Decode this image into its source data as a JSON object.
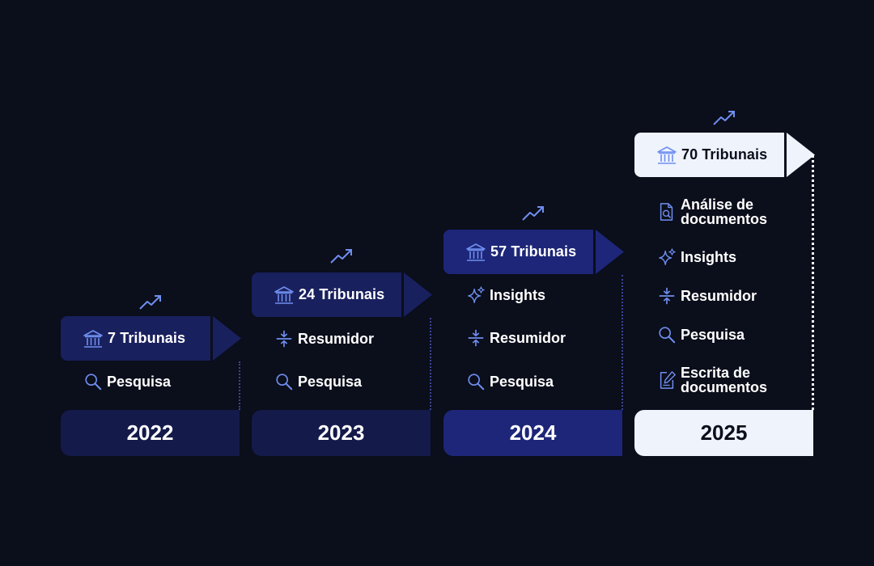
{
  "columns": [
    {
      "year": "2022",
      "courts": "7 Tribunais",
      "features": [
        {
          "icon": "search-icon",
          "label": [
            "Pesquisa"
          ]
        }
      ]
    },
    {
      "year": "2023",
      "courts": "24 Tribunais",
      "features": [
        {
          "icon": "compress-icon",
          "label": [
            "Resumidor"
          ]
        },
        {
          "icon": "search-icon",
          "label": [
            "Pesquisa"
          ]
        }
      ]
    },
    {
      "year": "2024",
      "courts": "57 Tribunais",
      "features": [
        {
          "icon": "sparkles-icon",
          "label": [
            "Insights"
          ]
        },
        {
          "icon": "compress-icon",
          "label": [
            "Resumidor"
          ]
        },
        {
          "icon": "search-icon",
          "label": [
            "Pesquisa"
          ]
        }
      ]
    },
    {
      "year": "2025",
      "courts": "70 Tribunais",
      "features": [
        {
          "icon": "document-search-icon",
          "label": [
            "Análise de",
            "documentos"
          ]
        },
        {
          "icon": "sparkles-icon",
          "label": [
            "Insights"
          ]
        },
        {
          "icon": "compress-icon",
          "label": [
            "Resumidor"
          ]
        },
        {
          "icon": "search-icon",
          "label": [
            "Pesquisa"
          ]
        },
        {
          "icon": "document-edit-icon",
          "label": [
            "Escrita de",
            "documentos"
          ]
        }
      ]
    }
  ],
  "colors": {
    "background": "#0b0e1b",
    "icon_accent": "#6f8ff0",
    "light_card": "#eef3fc",
    "dark_card": "#19205e"
  }
}
